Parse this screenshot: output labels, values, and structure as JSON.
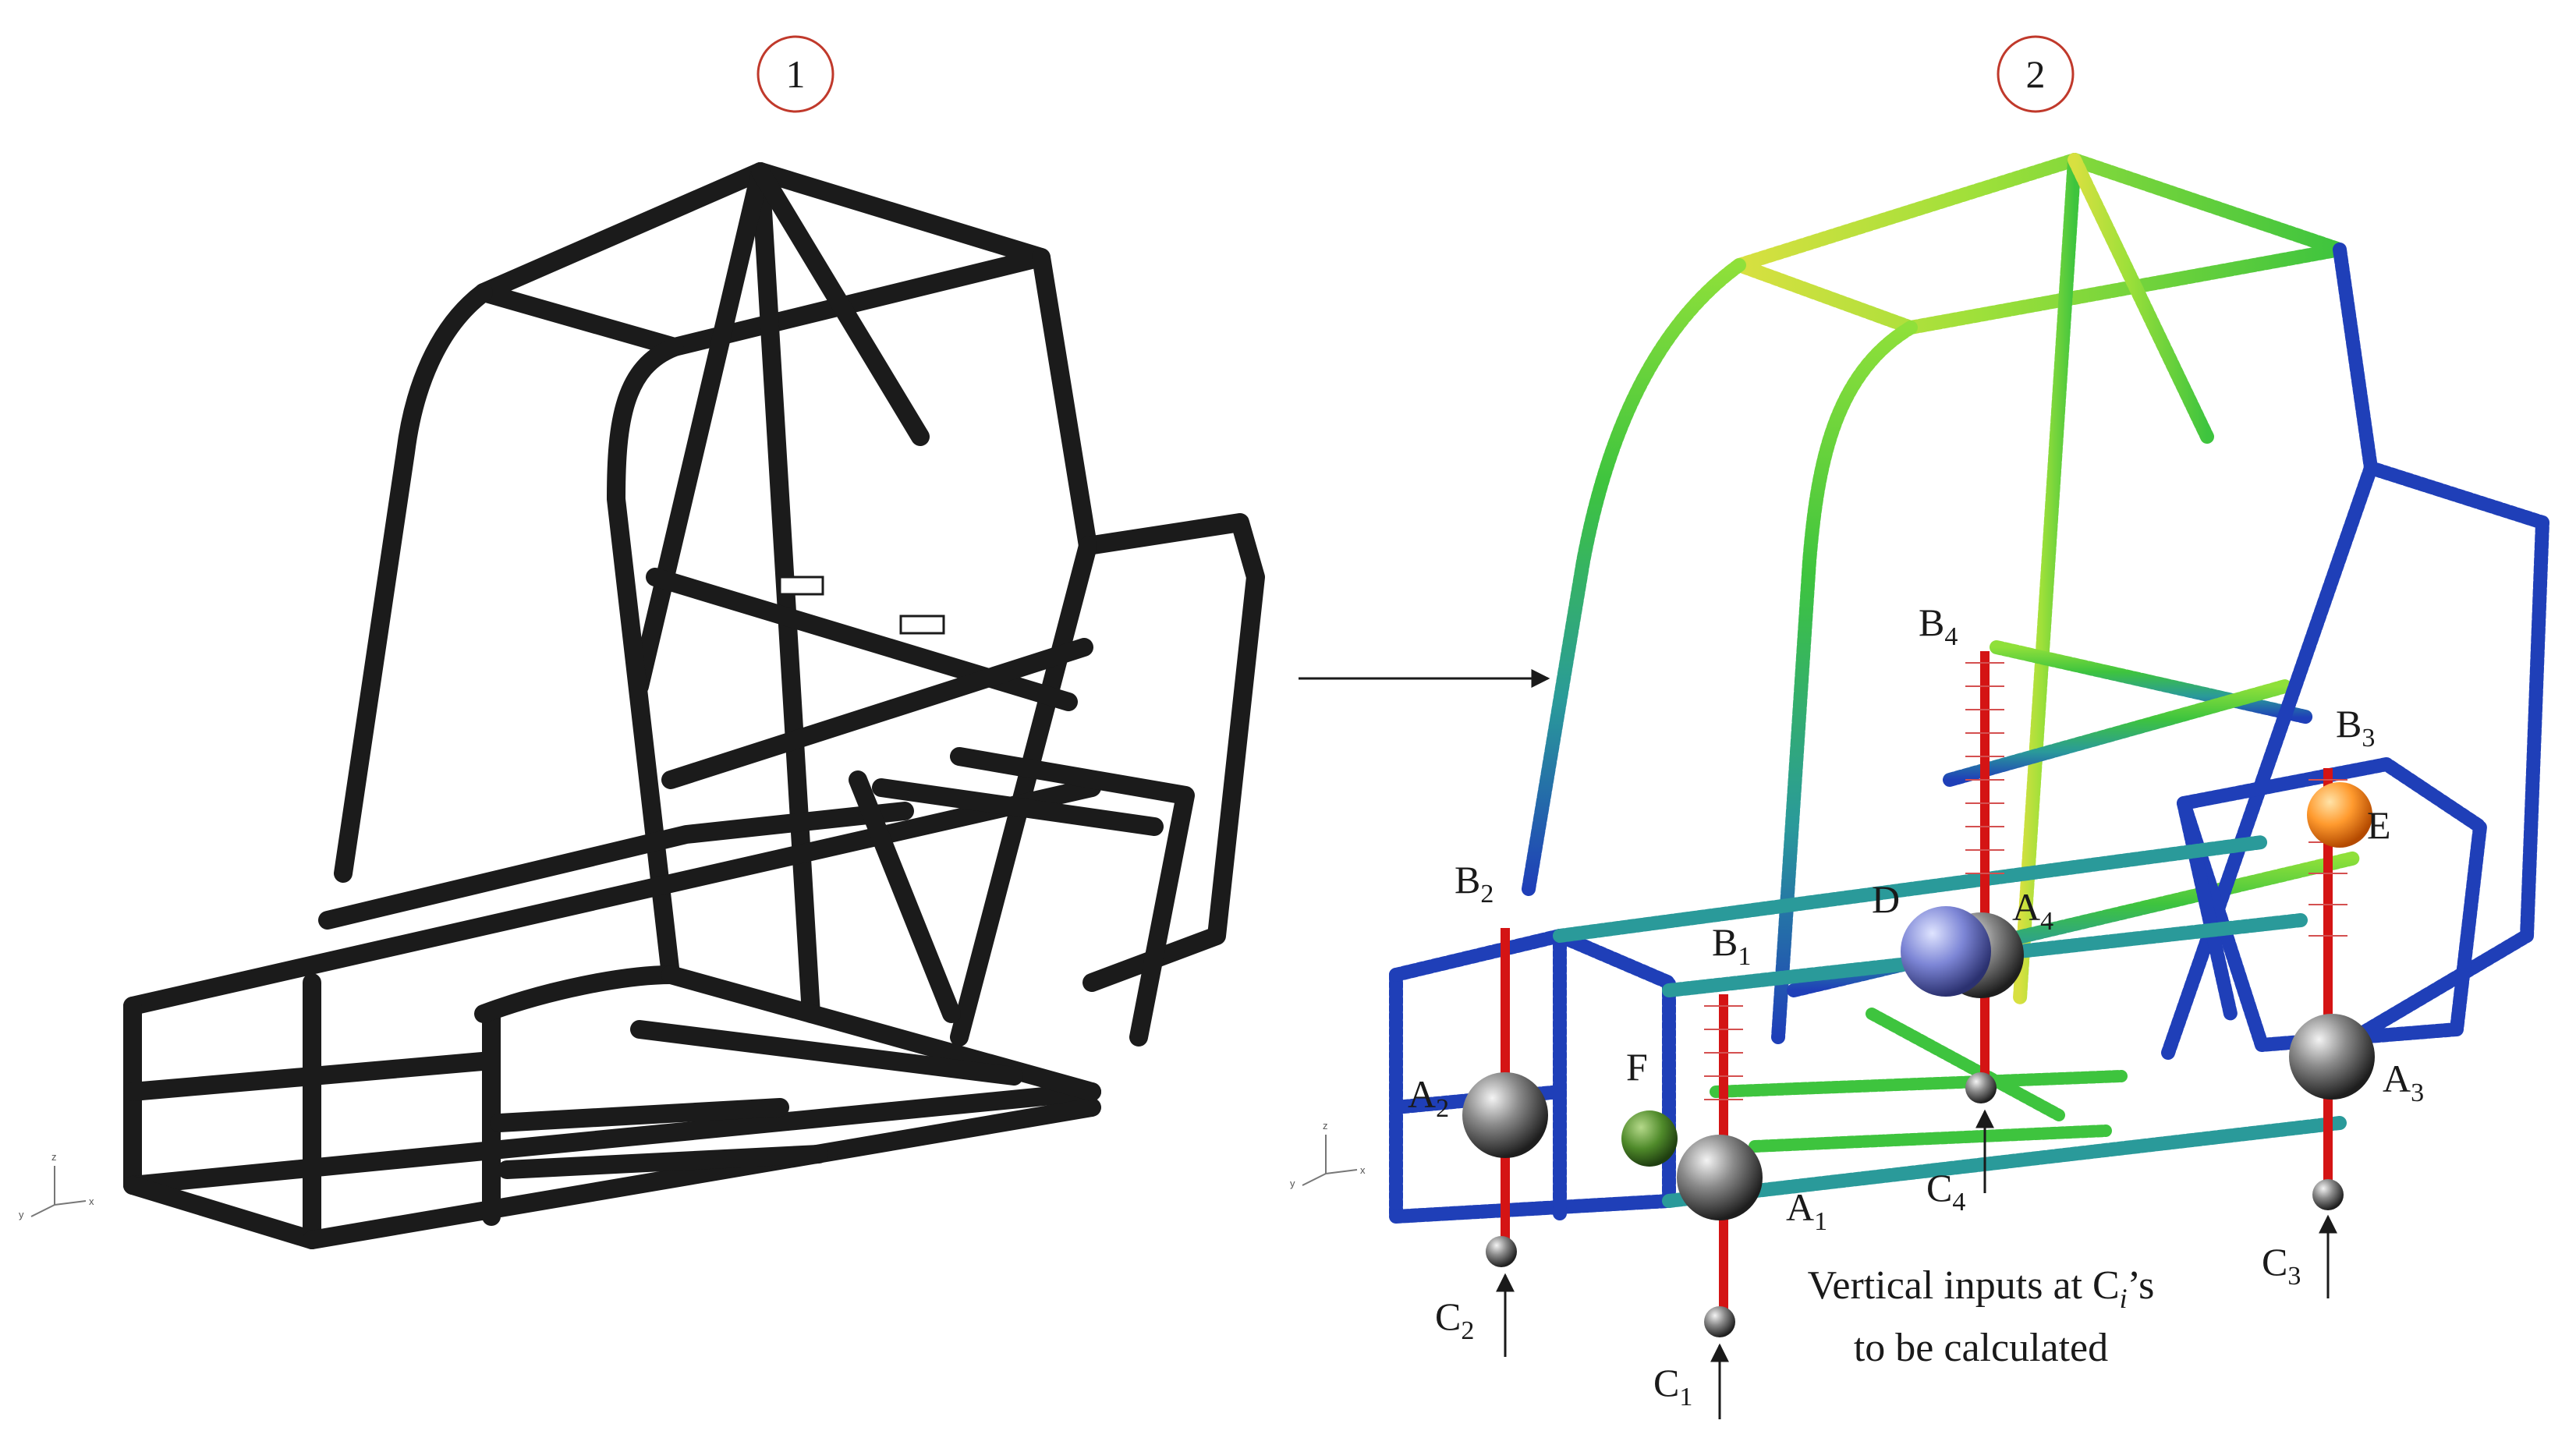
{
  "panels": [
    {
      "id": "p1",
      "marker": "1"
    },
    {
      "id": "p2",
      "marker": "2"
    }
  ],
  "triad_labels": {
    "z": "z",
    "y": "y",
    "x": "x"
  },
  "points": {
    "B2": {
      "base": "B",
      "sub": "2"
    },
    "A2": {
      "base": "A",
      "sub": "2"
    },
    "C2": {
      "base": "C",
      "sub": "2"
    },
    "F": {
      "base": "F",
      "sub": ""
    },
    "B1": {
      "base": "B",
      "sub": "1"
    },
    "A1": {
      "base": "A",
      "sub": "1"
    },
    "C1": {
      "base": "C",
      "sub": "1"
    },
    "B4": {
      "base": "B",
      "sub": "4"
    },
    "D": {
      "base": "D",
      "sub": ""
    },
    "A4": {
      "base": "A",
      "sub": "4"
    },
    "C4": {
      "base": "C",
      "sub": "4"
    },
    "B3": {
      "base": "B",
      "sub": "3"
    },
    "E": {
      "base": "E",
      "sub": ""
    },
    "A3": {
      "base": "A",
      "sub": "3"
    },
    "C3": {
      "base": "C",
      "sub": "3"
    }
  },
  "caption": {
    "line1_prefix": "Vertical inputs at C",
    "line1_sub": "i",
    "line1_suffix": "’s",
    "line2": "to be calculated"
  },
  "colors": {
    "frame_dark": "#1b1b1b",
    "mesh_blue": "#1f3fb8",
    "mesh_teal": "#2a9a9a",
    "mesh_green": "#3ec43e",
    "mesh_yellow": "#d8e040",
    "spring_red": "#d41414",
    "marker_red": "#c0392b"
  }
}
